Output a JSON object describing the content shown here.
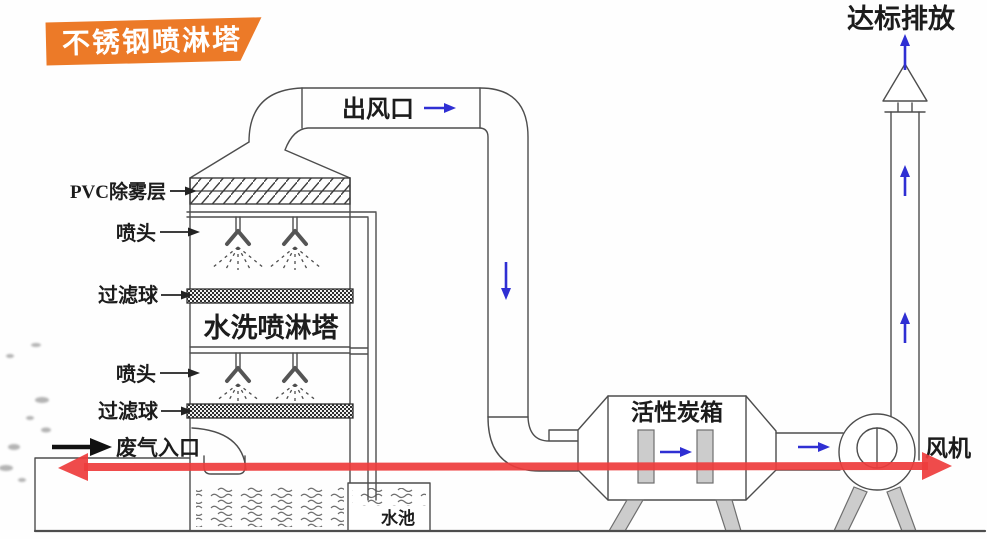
{
  "banner": {
    "label": "不锈钢喷淋塔"
  },
  "labels": {
    "pvc_layer": "PVC除雾层",
    "nozzle": "喷头",
    "filter_ball": "过滤球",
    "gas_inlet": "废气入口",
    "tower_name": "水洗喷淋塔",
    "air_outlet": "出风口",
    "compliant_discharge": "达标排放",
    "carbon_box": "活性炭箱",
    "fan": "风机",
    "water_pool": "水池"
  },
  "arrows": {
    "gas_inlet_direction": "right",
    "air_outlet_direction": "right",
    "downcomer_direction": "down",
    "carbon_box_direction": "right",
    "to_fan_direction": "right",
    "stack_direction": "up",
    "main_axis_arrow": "double-headed horizontal"
  },
  "colors": {
    "banner_bg": "#ec7a28",
    "banner_text": "#ffffff",
    "line": "#4d4d4d",
    "flow_arrow_blue": "#2f2fd3",
    "main_flow_red": "#ee3c3c",
    "label_text": "#1c1c1c",
    "fill_gray": "#cccccc"
  }
}
